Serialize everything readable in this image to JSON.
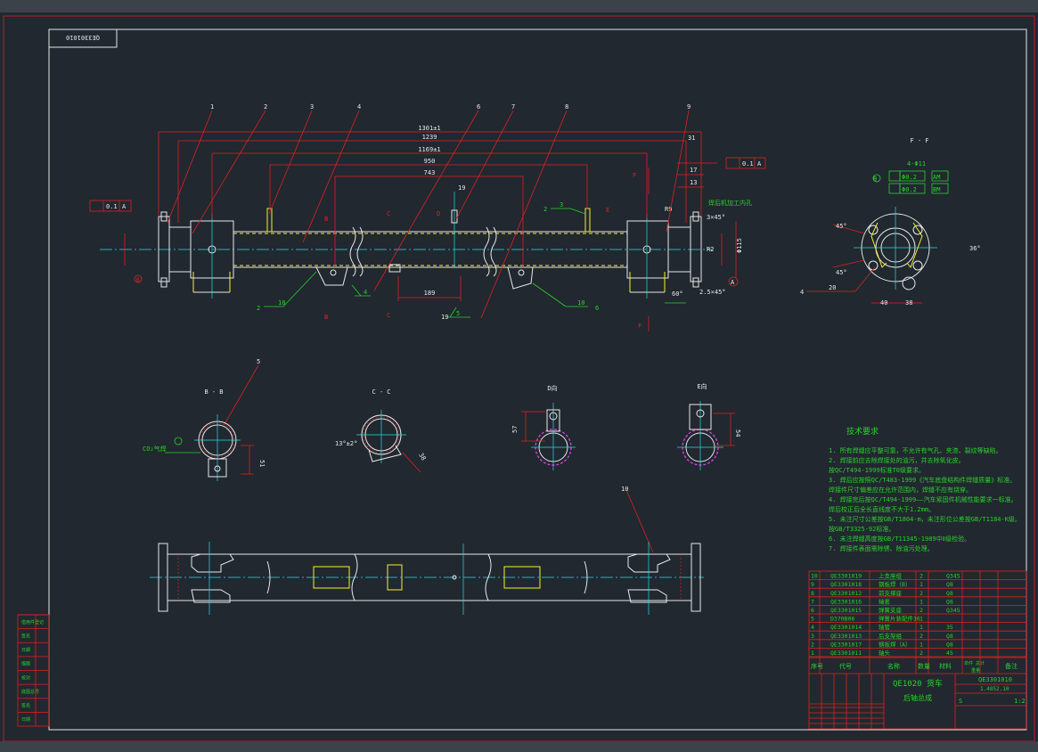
{
  "drawing": {
    "code_mirrored": "QE3301010",
    "view_labels": {
      "ff": "F - F",
      "bb": "B - B",
      "cc": "C - C",
      "d": "D向",
      "e": "E向"
    },
    "section_marks": [
      "B",
      "C",
      "D",
      "E",
      "F"
    ],
    "balloons": [
      "1",
      "2",
      "3",
      "4",
      "5",
      "6",
      "7",
      "8",
      "9",
      "10"
    ],
    "dimensions": {
      "d1301": "1301±1",
      "d1239": "1239",
      "d1169": "1169±1",
      "d950": "950",
      "d743": "743",
      "d31": "31",
      "d17": "17",
      "d13": "13",
      "d189": "189",
      "d19a": "19",
      "d19b": "19",
      "r9": "R9",
      "r2": "R2",
      "chamfer1": "3×45°",
      "chamfer2": "2.5×45°",
      "d115": "Φ115",
      "angle": "60°",
      "d45a": "45°",
      "d45b": "45°",
      "d36": "36°",
      "d40": "40",
      "d38": "38",
      "d20": "20",
      "d4": "4",
      "holes": "4-Φ11",
      "d57": "57",
      "d54": "54",
      "d51": "51",
      "d38b": "38",
      "ang13": "13°±2°",
      "note_right": "焊后机加工内孔",
      "cd": "CO₂气焊"
    },
    "tolerances": {
      "flat_left": "0.1",
      "datum_left": "A",
      "flat_right": "0.1",
      "datum_right": "A",
      "pos1": "Φ0.2",
      "pos2": "Φ0.2",
      "mod_am": "AM",
      "mod_bm": "BM",
      "datum_b": "B",
      "datum_a": "A"
    },
    "weld_marks": {
      "w1": "2",
      "w2": "3",
      "w3": "4",
      "w4": "5",
      "w5": "10",
      "w6": "10",
      "w7": "2",
      "w8": "6"
    }
  },
  "tech_requirements": {
    "title": "技术要求",
    "items": [
      "1. 所有焊缝应平整可靠，不允许有气孔、夹渣、裂纹等缺陷。",
      "2. 焊接前应去除焊接处的油污，并去除氧化皮。",
      "   按QC/T494-1999标准T0级要求。",
      "3. 焊后应按照QC/T483-1999《汽车底盘结构件焊缝质量》标准。",
      "   焊接件尺寸偏差应在允许范围内，焊缝不应有烧穿。",
      "4. 焊接完后按QC/T494-1999——汽车紧固件机械性能要求一标准。",
      "   焊后校正后全长直线度不大于1.2mm。",
      "5. 未注尺寸公差按GB/T1804-m，未注形位公差按GB/T1184-K级。",
      "   按GB/T3325-92标准。",
      "6. 未注焊缝高度按GB/T11345-1989中Ⅱ级检验。",
      "7. 焊接件表面需除锈、除油污处理。"
    ]
  },
  "bom": {
    "rows": [
      {
        "no": "10",
        "code": "QE3301019",
        "name": "上支座组",
        "qty": "2",
        "mat": "Q345"
      },
      {
        "no": "9",
        "code": "QE3301018",
        "name": "钢板焊（B）",
        "qty": "1",
        "mat": "Q8"
      },
      {
        "no": "8",
        "code": "QE3301012",
        "name": "前支撑座",
        "qty": "2",
        "mat": "Q8"
      },
      {
        "no": "7",
        "code": "QE3301016",
        "name": "轴套",
        "qty": "1",
        "mat": "Q8"
      },
      {
        "no": "6",
        "code": "QE3301015",
        "name": "弹簧支座",
        "qty": "2",
        "mat": "Q345"
      },
      {
        "no": "5",
        "code": "D370B06",
        "name": "弹簧片装配件16",
        "qty": "1",
        "mat": ""
      },
      {
        "no": "4",
        "code": "QE3301014",
        "name": "轴管",
        "qty": "1",
        "mat": "35"
      },
      {
        "no": "3",
        "code": "QE3301013",
        "name": "后支架组",
        "qty": "2",
        "mat": "Q8"
      },
      {
        "no": "2",
        "code": "QE3301017",
        "name": "钢板焊（A）",
        "qty": "1",
        "mat": "Q8"
      },
      {
        "no": "1",
        "code": "QE3301011",
        "name": "轴头",
        "qty": "2",
        "mat": "45"
      }
    ],
    "header": {
      "no": "序号",
      "code": "代号",
      "name": "名称",
      "qty": "数量",
      "mat": "材料",
      "weight": "单件 总计",
      "weight_unit": "重量",
      "remark": "备注"
    }
  },
  "title_block": {
    "project": "QE1020 货车",
    "part_name": "后轴总成",
    "drawing_no": "QE3301010",
    "scale_code": "1.4852.10",
    "scale": "1:2",
    "sheet": "S"
  },
  "side_strip": {
    "cells": [
      "借用件登记",
      "签名",
      "日期",
      "描图",
      "校对",
      "底图总号",
      "签名",
      "日期"
    ]
  }
}
